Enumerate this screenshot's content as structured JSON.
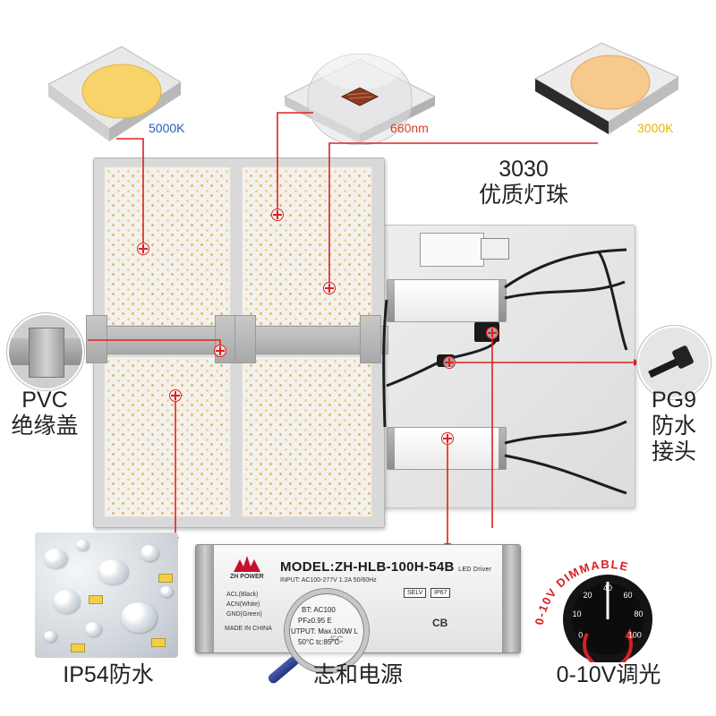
{
  "chips": {
    "c5000": {
      "label": "5000K",
      "label_color": "#2a5db0"
    },
    "c660": {
      "label": "660nm",
      "label_color": "#d0402a"
    },
    "c3000": {
      "label": "3000K",
      "label_color": "#e8b400"
    }
  },
  "bead_title": {
    "line1": "3030",
    "line2": "优质灯珠"
  },
  "callouts": {
    "pvc": {
      "line1": "PVC",
      "line2": "绝缘盖"
    },
    "pg9": {
      "line1": "PG9",
      "line2": "防水",
      "line3": "接头"
    },
    "ip54": "IP54防水",
    "driver": "志和电源",
    "dimming": "0-10V调光"
  },
  "driver_label": {
    "brand": "ZH POWER",
    "model": "MODEL:ZH-HLB-100H-54B",
    "model_suffix": "LED Driver",
    "input": "INPUT: AC100-277V  1.2A  50/60Hz",
    "acl": "ACL(Black)",
    "acn": "ACN(White)",
    "gnd": "GND(Green)",
    "made_in": "MADE IN CHINA",
    "selv": "SELV",
    "ip": "IP67",
    "cb": "CB",
    "fc": "FC",
    "mag_line1": "BT: AC100",
    "mag_line2": "PF≥0.95  E",
    "mag_line3": "UTPUT: Max.100W L",
    "mag_line4": "50°C   tc:85°C"
  },
  "dial": {
    "arc_text": "0-10V DIMMABLE",
    "ticks": [
      "0",
      "10",
      "20",
      "40",
      "60",
      "80",
      "100"
    ]
  },
  "colors": {
    "callout_line": "#e02020",
    "dial_arc": "#d62020",
    "magnifier_handle": "#2a3c8a"
  }
}
